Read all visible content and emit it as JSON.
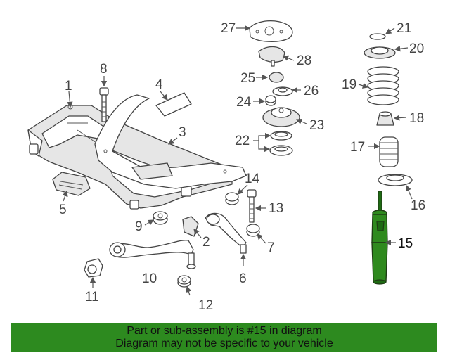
{
  "callouts": [
    "1",
    "2",
    "3",
    "4",
    "5",
    "6",
    "7",
    "8",
    "9",
    "10",
    "11",
    "12",
    "13",
    "14",
    "15",
    "16",
    "17",
    "18",
    "19",
    "20",
    "21",
    "22",
    "23",
    "24",
    "25",
    "26",
    "27",
    "28"
  ],
  "colors": {
    "highlight": "#2f8a1e",
    "banner": "#2d8a1f",
    "line": "#444444"
  },
  "highlighted_part": "15",
  "banner": {
    "line1": "Part or sub-assembly is #15 in diagram",
    "line2": "Diagram may not be specific to your vehicle"
  }
}
